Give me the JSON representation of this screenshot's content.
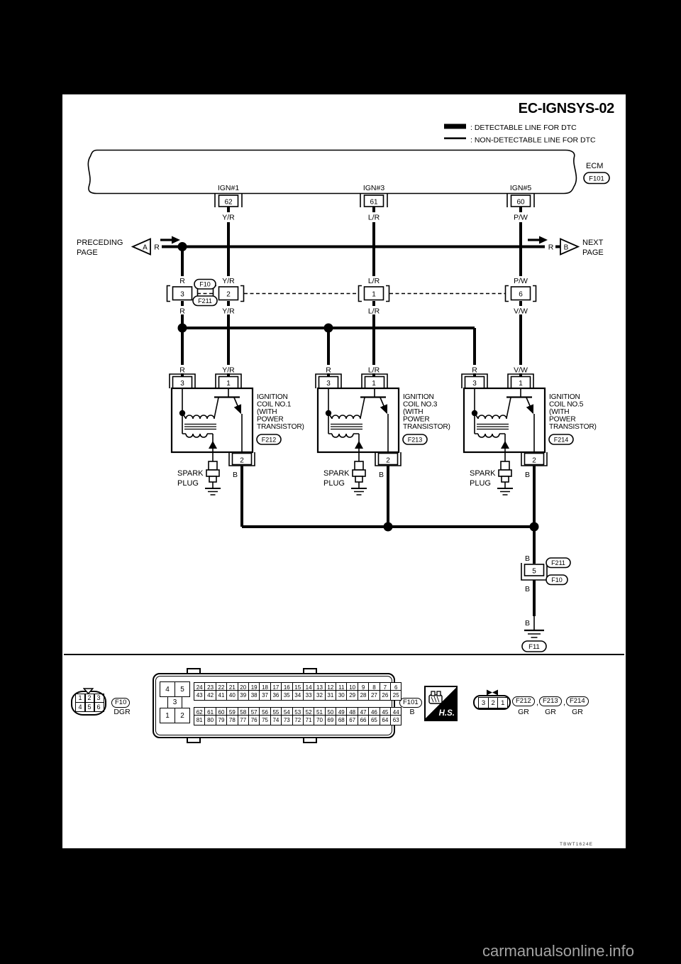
{
  "doc": {
    "title": "EC-IGNSYS-02",
    "legend_detectable": ": DETECTABLE LINE FOR DTC",
    "legend_non_detectable": ": NON-DETECTABLE LINE FOR DTC",
    "diagram_code": "TBWT1624E",
    "watermark": "carmanualsonline.info"
  },
  "ecm": {
    "label": "ECM",
    "id": "F101",
    "terminals": [
      {
        "signal": "IGN#1",
        "pin": "62",
        "wire": "Y/R"
      },
      {
        "signal": "IGN#3",
        "pin": "61",
        "wire": "L/R"
      },
      {
        "signal": "IGN#5",
        "pin": "60",
        "wire": "P/W"
      }
    ]
  },
  "refs": {
    "preceding_line1": "PRECEDING",
    "preceding_line2": "PAGE",
    "preceding_tri": "A",
    "preceding_wire": "R",
    "next_line1": "NEXT",
    "next_line2": "PAGE",
    "next_tri": "B",
    "next_wire": "R"
  },
  "row": {
    "id_top": "F10",
    "id_bottom": "F211",
    "items": [
      {
        "pin": "3",
        "wire_above": "R",
        "wire_below": "R"
      },
      {
        "pin": "2",
        "wire_above": "Y/R",
        "wire_below": "Y/R"
      },
      {
        "pin": "1",
        "wire_above": "L/R",
        "wire_below": "L/R"
      },
      {
        "pin": "6",
        "wire_above": "P/W",
        "wire_below": "V/W"
      }
    ]
  },
  "coils": [
    {
      "line1": "IGNITION",
      "line2": "COIL NO.1",
      "line3": "(WITH",
      "line4": " POWER",
      "line5": " TRANSISTOR)",
      "id": "F212",
      "pin_a": "3",
      "pin_b": "1",
      "pin_bottom": "2",
      "wire_a": "R",
      "wire_b": "Y/R",
      "wire_bottom": "B",
      "plug_line1": "SPARK",
      "plug_line2": "PLUG"
    },
    {
      "line1": "IGNITION",
      "line2": "COIL NO.3",
      "line3": "(WITH",
      "line4": " POWER",
      "line5": " TRANSISTOR)",
      "id": "F213",
      "pin_a": "3",
      "pin_b": "1",
      "pin_bottom": "2",
      "wire_a": "R",
      "wire_b": "L/R",
      "wire_bottom": "B",
      "plug_line1": "SPARK",
      "plug_line2": "PLUG"
    },
    {
      "line1": "IGNITION",
      "line2": "COIL NO.5",
      "line3": "(WITH",
      "line4": " POWER",
      "line5": " TRANSISTOR)",
      "id": "F214",
      "pin_a": "3",
      "pin_b": "1",
      "pin_bottom": "2",
      "wire_a": "R",
      "wire_b": "V/W",
      "wire_bottom": "B",
      "plug_line1": "SPARK",
      "plug_line2": "PLUG"
    }
  ],
  "ground": {
    "b1": "B",
    "pin": "5",
    "id_top": "F211",
    "id_bottom": "F10",
    "b2": "B",
    "b3": "B",
    "gnd_id": "F11"
  },
  "panel": {
    "f10": {
      "cells": [
        "1",
        "2",
        "3",
        "4",
        "5",
        "6"
      ],
      "id": "F10",
      "color": "DGR"
    },
    "ecm_conn": {
      "key_cells": [
        "4",
        "5",
        "3",
        "1",
        "2"
      ],
      "r1": [
        "24",
        "23",
        "22",
        "21",
        "20",
        "19",
        "18",
        "17",
        "16",
        "15",
        "14",
        "13",
        "12",
        "11",
        "10",
        "9",
        "8",
        "7",
        "6"
      ],
      "r2": [
        "43",
        "42",
        "41",
        "40",
        "39",
        "38",
        "37",
        "36",
        "35",
        "34",
        "33",
        "32",
        "31",
        "30",
        "29",
        "28",
        "27",
        "26",
        "25"
      ],
      "r3": [
        "62",
        "61",
        "60",
        "59",
        "58",
        "57",
        "56",
        "55",
        "54",
        "53",
        "52",
        "51",
        "50",
        "49",
        "48",
        "47",
        "46",
        "45",
        "44"
      ],
      "r4": [
        "81",
        "80",
        "79",
        "78",
        "77",
        "76",
        "75",
        "74",
        "73",
        "72",
        "71",
        "70",
        "69",
        "68",
        "67",
        "66",
        "65",
        "64",
        "63"
      ],
      "id": "F101",
      "color": "B"
    },
    "hs": "H.S.",
    "coil_conn": {
      "cells": [
        "3",
        "2",
        "1"
      ],
      "comma": ",",
      "ids": [
        "F212",
        "F213",
        "F214"
      ],
      "colors": [
        "GR",
        "GR",
        "GR"
      ]
    }
  }
}
